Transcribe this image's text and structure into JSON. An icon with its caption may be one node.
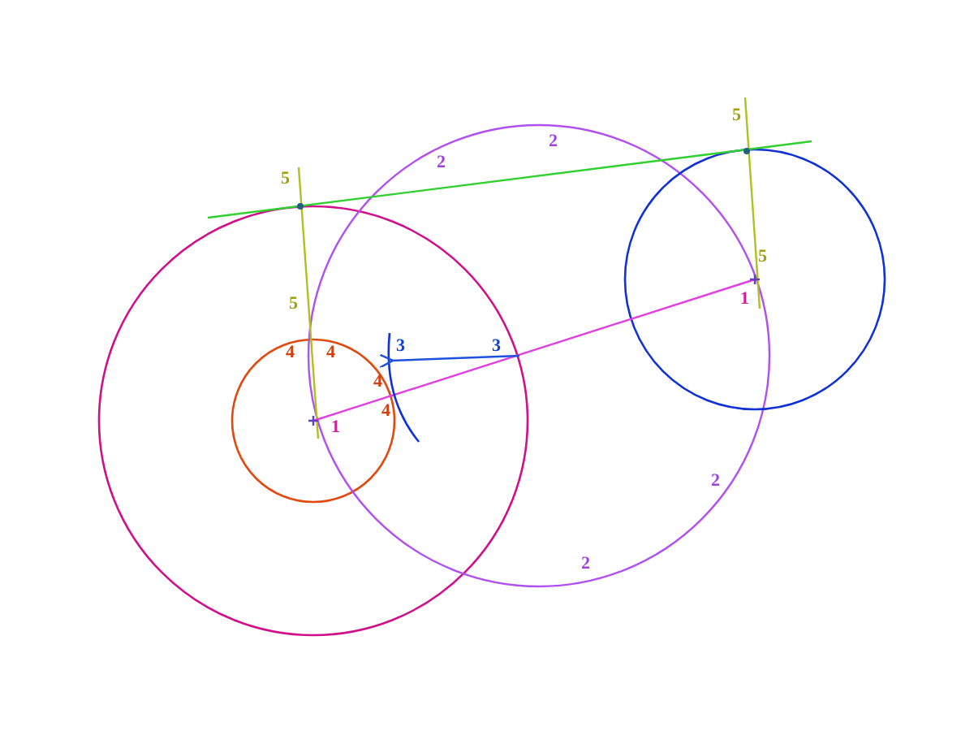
{
  "diagram": {
    "nodes": [
      {
        "text": [],
        "shape": "point"
      },
      {
        "text": [],
        "shape": "point"
      }
    ],
    "edges": [
      {
        "from": 0,
        "to": 1,
        "arrow": "none"
      }
    ],
    "labels": [
      "5",
      "2",
      "2",
      "5",
      "5",
      "1",
      "5",
      "3",
      "3",
      "4",
      "4",
      "4",
      "4",
      "1",
      "2",
      "2"
    ]
  }
}
